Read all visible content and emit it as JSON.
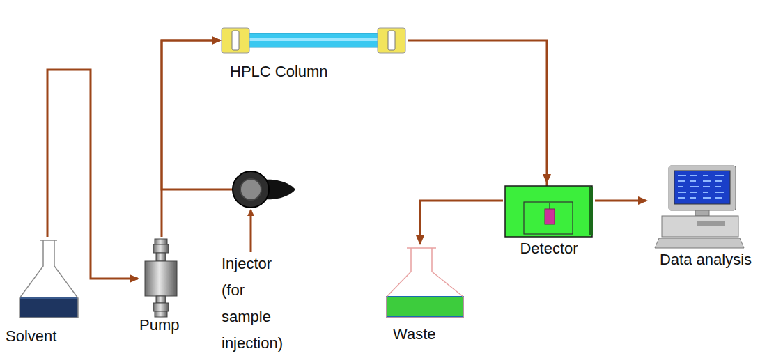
{
  "diagram": {
    "nodes": [
      {
        "text": [
          "Solvent"
        ]
      },
      {
        "text": [
          "Pump"
        ]
      },
      {
        "text": [
          "Injector (for sample injection)"
        ]
      },
      {
        "text": [
          "HPLC Column"
        ]
      },
      {
        "text": [
          "Detector"
        ]
      },
      {
        "text": [
          "Waste"
        ]
      },
      {
        "text": [
          "Data analysis"
        ]
      }
    ],
    "edges": [
      {
        "from": 0,
        "to": 1,
        "arrow": "to"
      },
      {
        "from": 1,
        "to": 3,
        "arrow": "to"
      },
      {
        "from": 2,
        "to": 3,
        "arrow": "to"
      },
      {
        "from": 3,
        "to": 4,
        "arrow": "to"
      },
      {
        "from": 4,
        "to": 5,
        "arrow": "to"
      },
      {
        "from": 4,
        "to": 6,
        "arrow": "to"
      }
    ]
  }
}
